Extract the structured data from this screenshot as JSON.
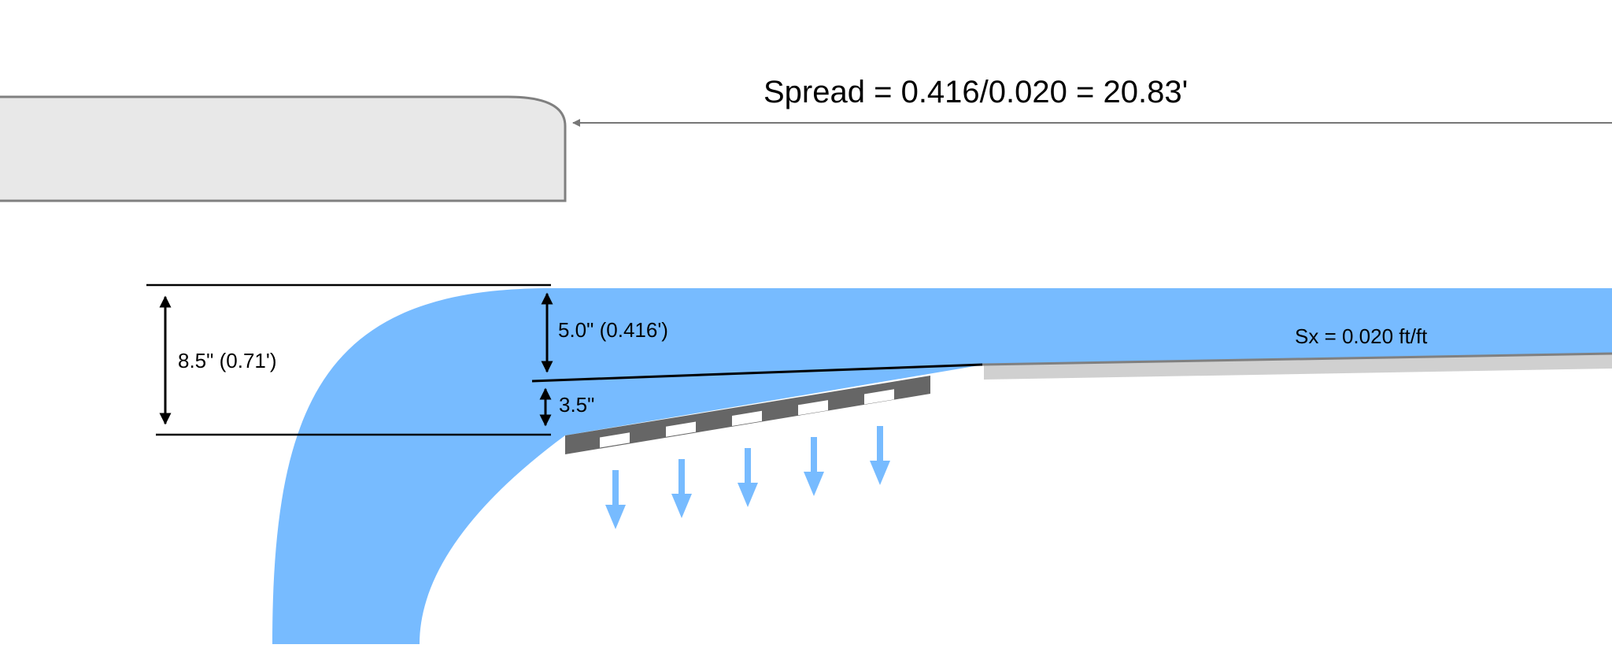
{
  "spread_label": "Spread = 0.416/0.020 = 20.83'",
  "depth_total_label": "8.5\" (0.71')",
  "depth_gutter_label": "5.0\" (0.416')",
  "depression_label": "3.5\"",
  "cross_slope_label": "Sx = 0.020 ft/ft",
  "grate_bars": 11,
  "flow_arrows": 5,
  "colors": {
    "water": "#77BBFF",
    "curb_fill": "#E8E8E8",
    "curb_stroke": "#808080",
    "pavement_shadow": "#D0D0D0",
    "grate_dark": "#666666",
    "grate_light": "#FFFFFF",
    "dimension_line": "#000000"
  }
}
